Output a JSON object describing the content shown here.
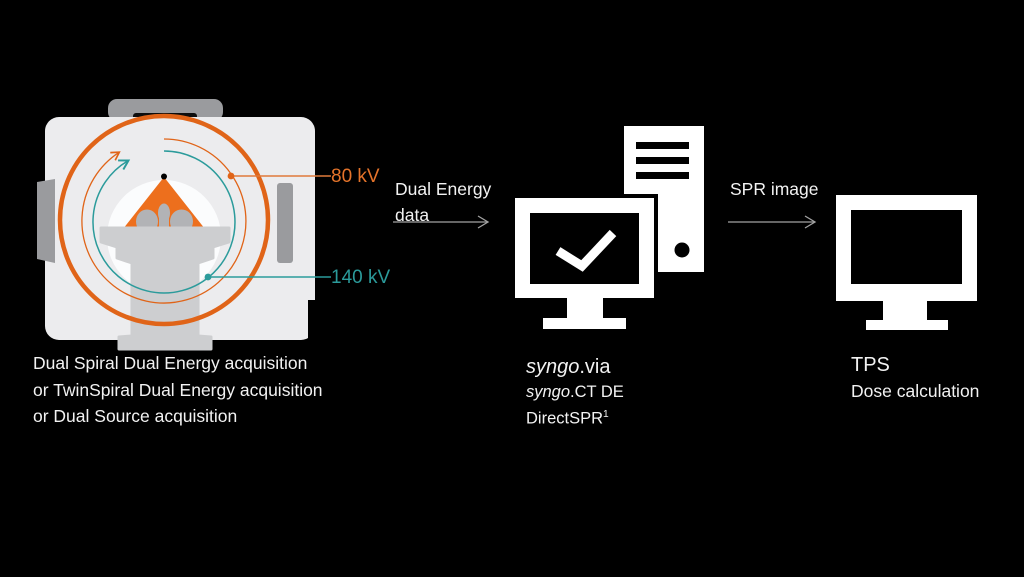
{
  "colors": {
    "background": "#000000",
    "orange_ring": "#e06418",
    "orange_beam": "#ed6f1d",
    "orange_text": "#e4732a",
    "teal": "#2b9b9b",
    "icon_white": "#ffffff",
    "body_gray": "#ececee",
    "panel_gray": "#9a9b9e",
    "table_gray": "#cdced0",
    "patient_gray": "#b2b3b6",
    "arrow_gray": "#a3a3a3",
    "text_white": "#f2f2f2"
  },
  "scanner": {
    "label_80kv": "80 kV",
    "label_140kv": "140 kV",
    "caption": {
      "line1": "Dual Spiral Dual Energy acquisition",
      "line2": "or TwinSpiral Dual Energy acquisition",
      "line3": "or Dual Source acquisition"
    }
  },
  "flow": {
    "dual_energy_arrow": {
      "label_line1": "Dual Energy",
      "label_line2": "data"
    },
    "spr_arrow": {
      "label": "SPR image"
    }
  },
  "workstation": {
    "line1_italic": "syngo",
    "line1_rest": ".via",
    "line2_italic": "syngo",
    "line2_rest": ".CT DE",
    "line3_text": "DirectSPR",
    "line3_sup": "1"
  },
  "tps": {
    "title": "TPS",
    "subtitle": "Dose calculation"
  }
}
